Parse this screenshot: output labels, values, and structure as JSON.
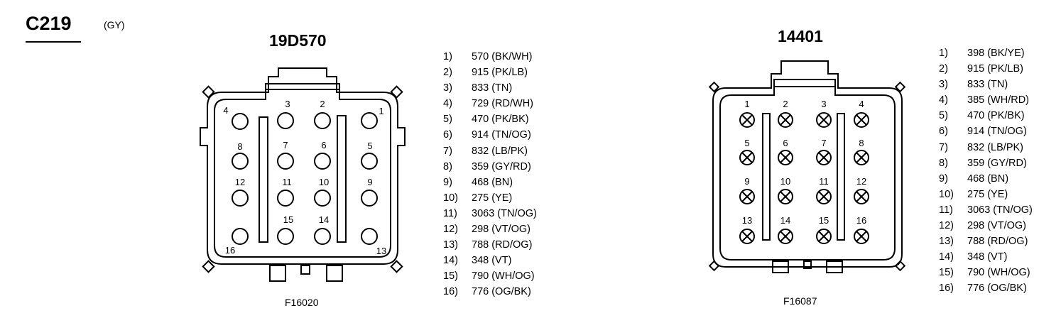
{
  "connector": {
    "code": "C219",
    "color": "(GY)"
  },
  "left": {
    "part": "19D570",
    "figure": "F16020",
    "pin_labels": [
      "1",
      "2",
      "3",
      "4",
      "5",
      "6",
      "7",
      "8",
      "9",
      "10",
      "11",
      "12",
      "13",
      "14",
      "15",
      "16"
    ],
    "pins": [
      {
        "n": "1)",
        "w": "570 (BK/WH)"
      },
      {
        "n": "2)",
        "w": "915 (PK/LB)"
      },
      {
        "n": "3)",
        "w": "833 (TN)"
      },
      {
        "n": "4)",
        "w": "729 (RD/WH)"
      },
      {
        "n": "5)",
        "w": "470 (PK/BK)"
      },
      {
        "n": "6)",
        "w": "914 (TN/OG)"
      },
      {
        "n": "7)",
        "w": "832 (LB/PK)"
      },
      {
        "n": "8)",
        "w": "359 (GY/RD)"
      },
      {
        "n": "9)",
        "w": "468 (BN)"
      },
      {
        "n": "10)",
        "w": "275 (YE)"
      },
      {
        "n": "11)",
        "w": "3063 (TN/OG)"
      },
      {
        "n": "12)",
        "w": "298 (VT/OG)"
      },
      {
        "n": "13)",
        "w": "788 (RD/OG)"
      },
      {
        "n": "14)",
        "w": "348 (VT)"
      },
      {
        "n": "15)",
        "w": "790 (WH/OG)"
      },
      {
        "n": "16)",
        "w": "776 (OG/BK)"
      }
    ]
  },
  "right": {
    "part": "14401",
    "figure": "F16087",
    "pin_labels": [
      "1",
      "2",
      "3",
      "4",
      "5",
      "6",
      "7",
      "8",
      "9",
      "10",
      "11",
      "12",
      "13",
      "14",
      "15",
      "16"
    ],
    "pins": [
      {
        "n": "1)",
        "w": "398 (BK/YE)"
      },
      {
        "n": "2)",
        "w": "915 (PK/LB)"
      },
      {
        "n": "3)",
        "w": "833 (TN)"
      },
      {
        "n": "4)",
        "w": "385 (WH/RD)"
      },
      {
        "n": "5)",
        "w": "470 (PK/BK)"
      },
      {
        "n": "6)",
        "w": "914 (TN/OG)"
      },
      {
        "n": "7)",
        "w": "832 (LB/PK)"
      },
      {
        "n": "8)",
        "w": "359 (GY/RD)"
      },
      {
        "n": "9)",
        "w": "468 (BN)"
      },
      {
        "n": "10)",
        "w": "275 (YE)"
      },
      {
        "n": "11)",
        "w": "3063 (TN/OG)"
      },
      {
        "n": "12)",
        "w": "298 (VT/OG)"
      },
      {
        "n": "13)",
        "w": "788 (RD/OG)"
      },
      {
        "n": "14)",
        "w": "348 (VT)"
      },
      {
        "n": "15)",
        "w": "790 (WH/OG)"
      },
      {
        "n": "16)",
        "w": "776 (OG/BK)"
      }
    ]
  }
}
